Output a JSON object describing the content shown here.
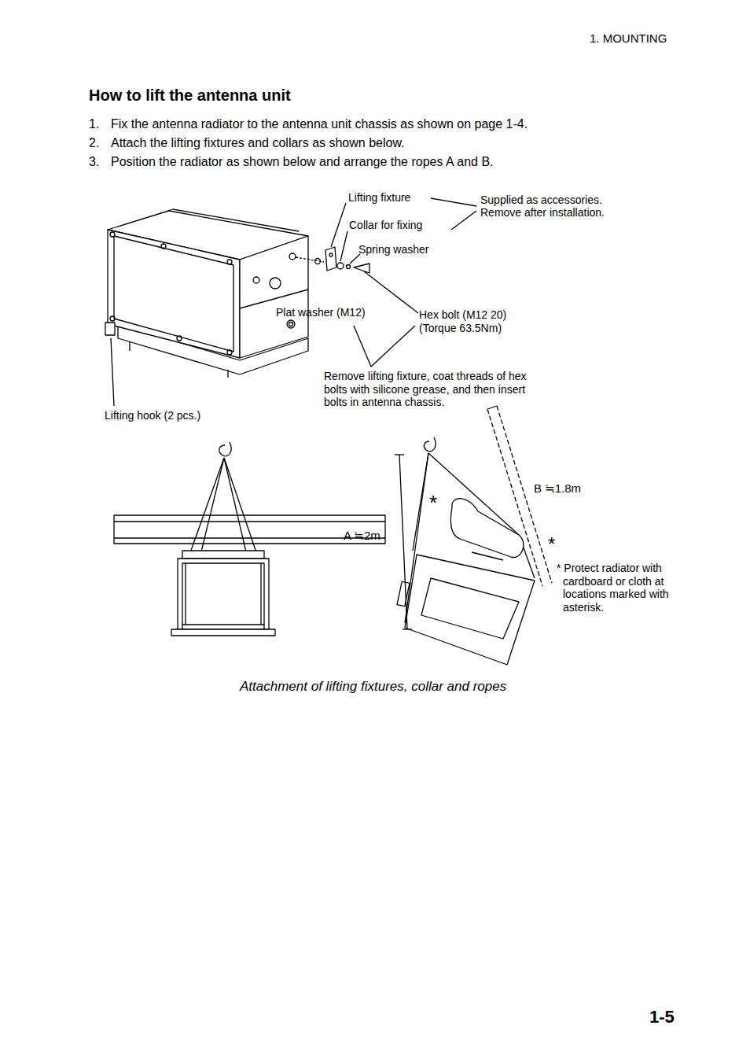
{
  "diagram": {
    "title": "How to lift the antenna unit",
    "caption": "Attachment of lifting fixtures, collar and ropes",
    "labels": [
      "1. MOUNTING",
      "1.",
      "Fix the antenna radiator to the antenna unit chassis as shown on page 1-4.",
      "2.",
      "Attach the lifting fixtures and collars as shown below.",
      "3.",
      "Position the radiator as shown below and arrange the ropes A and B.",
      "Lifting fixture",
      "Supplied as accessories. Remove after installation.",
      "Collar for fixing",
      "Spring washer",
      "Plat washer (M12)",
      "Hex bolt (M12 20) (Torque 63.5Nm)",
      "Remove lifting fixture, coat threads of hex bolts with silicone grease, and then insert bolts in antenna chassis.",
      "Lifting hook (2 pcs.)",
      "B ≒1.8m",
      "A ≒2m",
      "*",
      "*",
      "* Protect radiator with cardboard or cloth at locations marked with asterisk.",
      "1-5"
    ]
  }
}
